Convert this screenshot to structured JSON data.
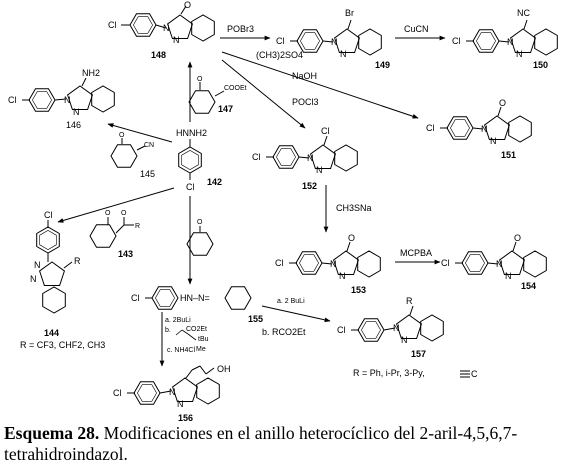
{
  "compounds": {
    "c148": {
      "number": "148",
      "o": "O",
      "n1": "N",
      "n2": "N",
      "cl": "Cl"
    },
    "c149": {
      "number": "149",
      "br": "Br",
      "n1": "N",
      "n2": "N",
      "cl": "Cl"
    },
    "c150": {
      "number": "150",
      "nc": "NC",
      "n1": "N",
      "n2": "N",
      "cl": "Cl"
    },
    "c151": {
      "number": "151",
      "o": "O",
      "n1": "N",
      "n2": "N",
      "cl": "Cl"
    },
    "c152": {
      "number": "152",
      "cl3": "Cl",
      "n1": "N",
      "n2": "N",
      "cl": "Cl"
    },
    "c153": {
      "number": "153",
      "o": "O",
      "n1": "N",
      "n2": "N",
      "cl": "Cl"
    },
    "c154": {
      "number": "154",
      "o": "O",
      "n1": "N",
      "n2": "N",
      "cl": "Cl"
    },
    "c146": {
      "number": "146",
      "nh2": "NH2",
      "n1": "N",
      "n2": "N",
      "cl": "Cl"
    },
    "c142": {
      "number": "142",
      "hydrazine": "HNNH2",
      "cl": "Cl"
    },
    "c143": {
      "number": "143",
      "o1": "O",
      "o2": "O",
      "r": "R"
    },
    "c144": {
      "number": "144",
      "cl": "Cl",
      "n1": "N",
      "n2": "N",
      "r": "R",
      "rdef": "R = CF3, CHF2, CH3"
    },
    "c145": {
      "number": "145",
      "o": "O",
      "cn": "CN"
    },
    "c147": {
      "number": "147",
      "o": "O",
      "ester": "COOEt"
    },
    "c155": {
      "number": "155",
      "cl": "Cl",
      "link": "HN–N="
    },
    "c156": {
      "number": "156",
      "oh": "OH",
      "n1": "N",
      "n2": "N",
      "cl": "Cl"
    },
    "c157": {
      "number": "157",
      "r": "R",
      "n1": "N",
      "n2": "N",
      "cl": "Cl",
      "rdef": "R = Ph, i-Pr, 3-Py,"
    },
    "cyclohexanone": {
      "o": "O"
    }
  },
  "reagents": {
    "pobr3": "POBr3",
    "me2so4": "(CH3)2SO4",
    "cucn": "CuCN",
    "naoh": "NaOH",
    "pocl3": "POCl3",
    "ch3sna": "CH3SNa",
    "mcpba": "MCPBA",
    "step_a1": "a. 2BuLi",
    "step_b1": "b.",
    "step_c1": "c. NH4Cl",
    "step_a2": "a. 2 BuLi",
    "step_b2": "b. RCO2Et",
    "frag1": "CO2Et",
    "frag2": "tBu",
    "frag3": "Me"
  },
  "caption": {
    "label": "Esquema 28.",
    "text": " Modificaciones en el anillo heterocíclico del 2-aril-4,5,6,7-tetrahidroindazol."
  }
}
